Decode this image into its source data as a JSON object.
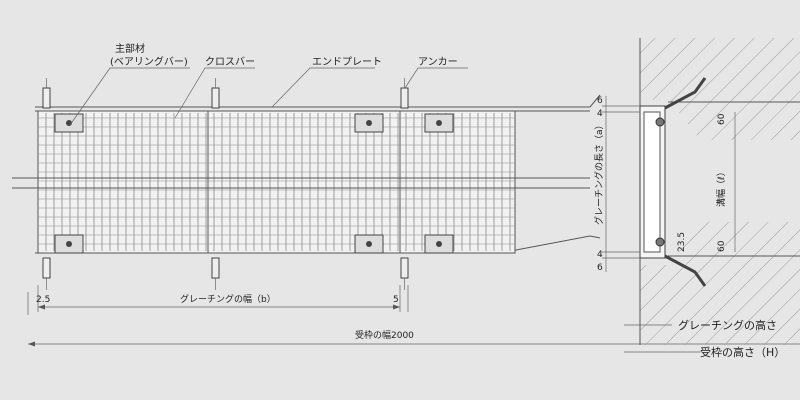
{
  "labels": {
    "main_member_line1": "主部材",
    "main_member_line2": "(ベアリングバー)",
    "cross_bar": "クロスバー",
    "end_plate": "エンドプレート",
    "anchor": "アンカー"
  },
  "dims": {
    "left_offset": "2.5",
    "grating_width": "グレーチングの幅（b）",
    "right_offset": "5",
    "frame_width": "受枠の幅2000",
    "six_top": "6",
    "four_top": "4",
    "sixty_top": "60",
    "grating_length": "グレーチングの長さ（a）",
    "clear_width": "溝幅（ℓ）",
    "twenty_three": "23.5",
    "sixty_bottom": "60",
    "four_bottom": "4",
    "six_bottom": "6",
    "grating_height": "グレーチングの高さ",
    "frame_height": "受枠の高さ（H）"
  }
}
